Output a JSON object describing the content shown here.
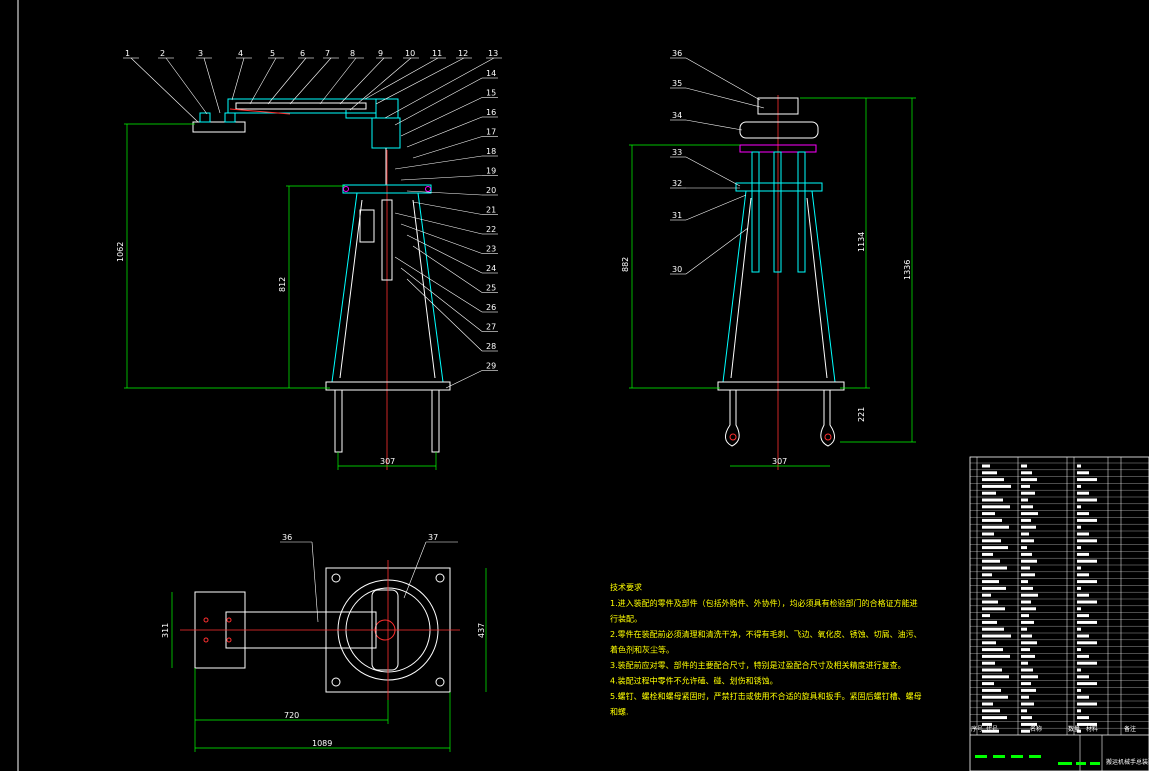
{
  "colors": {
    "background": "#000000",
    "outline": "#ffffff",
    "part": "#00ffff",
    "center_line": "#ff3030",
    "bolt": "#ff00ff",
    "notes": "#ffff00",
    "title_block_fill": "#00ff00"
  },
  "front_view": {
    "part_numbers": [
      "1",
      "2",
      "3",
      "4",
      "5",
      "6",
      "7",
      "8",
      "9",
      "10",
      "11",
      "12",
      "13",
      "14",
      "15",
      "16",
      "17",
      "18",
      "19",
      "20",
      "21",
      "22",
      "23",
      "24",
      "25",
      "26",
      "27",
      "28",
      "29"
    ],
    "dim_overall_height": "1062",
    "dim_pedestal_height": "812",
    "dim_base_width": "307"
  },
  "side_view": {
    "part_numbers": [
      "30",
      "31",
      "32",
      "33",
      "34",
      "35",
      "36"
    ],
    "dim_left_height": "882",
    "dim_right_height": "1134",
    "dim_total_height": "1336",
    "dim_foot_height": "221",
    "dim_base_width": "307"
  },
  "top_view": {
    "part_numbers": [
      "36",
      "37"
    ],
    "dim_gripper_width": "311",
    "dim_base_size": "437",
    "dim_arm_length": "720",
    "dim_overall_length": "1089"
  },
  "notes": {
    "title": "技术要求",
    "lines": [
      "1.进入装配的零件及部件（包括外购件、外协件），均必须具有检验部门的合格证方能进",
      "行装配。",
      "2.零件在装配前必须清理和清洗干净，不得有毛刺、飞边、氧化皮、锈蚀、切屑、油污、",
      "着色剂和灰尘等。",
      "3.装配前应对零、部件的主要配合尺寸，特别是过盈配合尺寸及相关精度进行复查。",
      "4.装配过程中零件不允许磕、碰、划伤和锈蚀。",
      "5.螺钉、螺栓和螺母紧固时，严禁打击或使用不合适的旋具和扳手。紧固后螺钉槽、螺母",
      "和螺."
    ]
  },
  "title_block": {
    "header_labels": [
      "序号",
      "代号",
      "名称",
      "数量",
      "材料",
      "备注"
    ],
    "drawing_title": "搬运机械手总装配图"
  }
}
